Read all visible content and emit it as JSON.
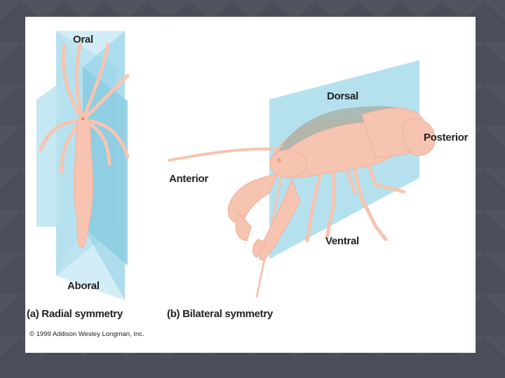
{
  "labels": {
    "oral": "Oral",
    "aboral": "Aboral",
    "dorsal": "Dorsal",
    "posterior": "Posterior",
    "anterior": "Anterior",
    "ventral": "Ventral"
  },
  "captions": {
    "radial": "(a) Radial symmetry",
    "bilateral": "(b) Bilateral symmetry"
  },
  "copyright": "© 1999 Addison Wesley Longman, Inc.",
  "colors": {
    "plane": "#a8dcec",
    "plane_dark": "#7ec4dc",
    "body": "#f6c4b0",
    "body_stroke": "#f2b39c",
    "shell_gray": "#a8b3aa"
  }
}
